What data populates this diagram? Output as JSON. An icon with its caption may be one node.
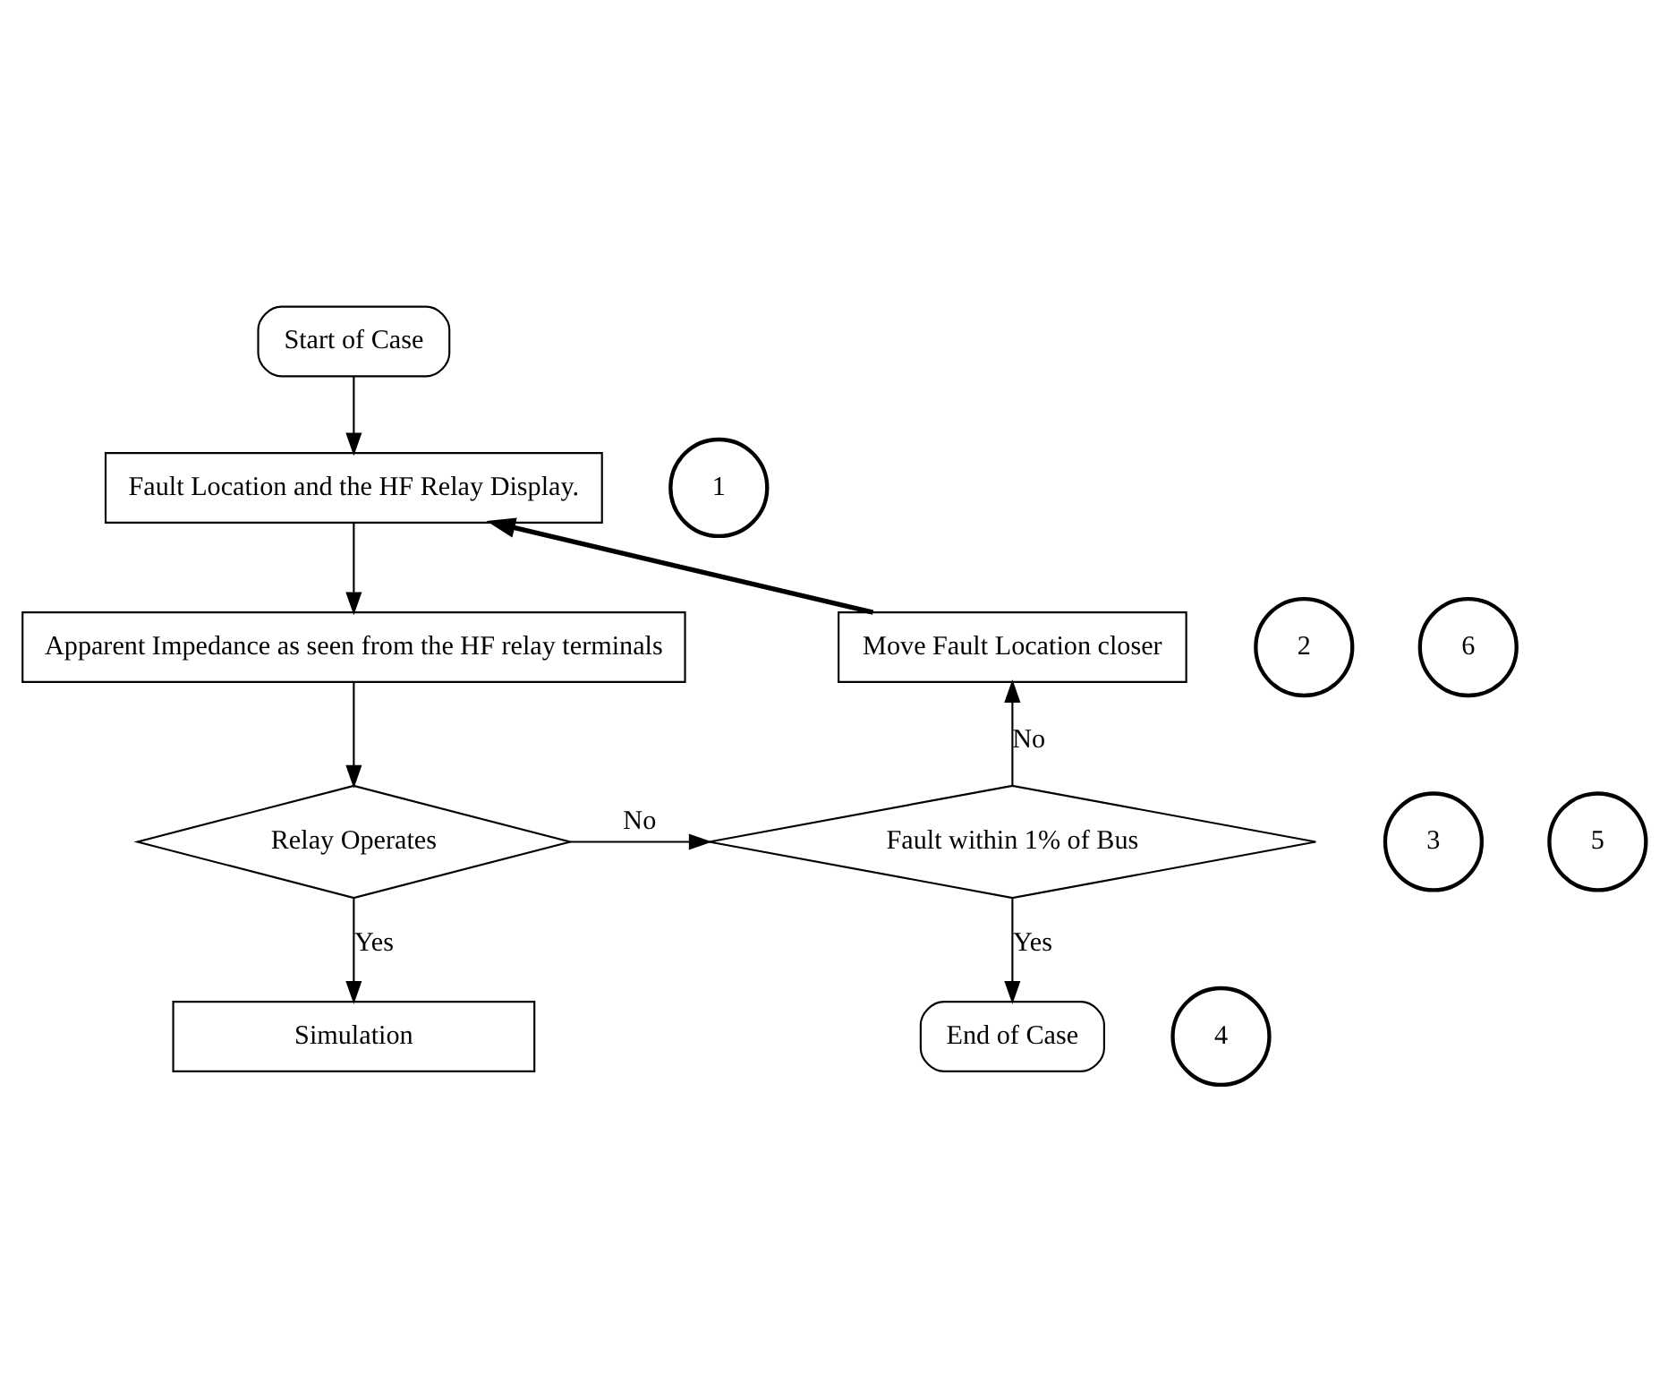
{
  "diagram": {
    "nodes": [
      {
        "text": [
          "Start of Case"
        ]
      },
      {
        "text": [
          "Fault Location and the HF Relay Display."
        ]
      },
      {
        "text": [
          "Apparent Impedance as seen from the HF relay terminals"
        ]
      },
      {
        "text": [
          "Relay Operates"
        ]
      },
      {
        "text": [
          "Simulation"
        ]
      },
      {
        "text": [
          "Fault within 1% of Bus"
        ]
      },
      {
        "text": [
          "Move Fault Location closer"
        ]
      },
      {
        "text": [
          "End of Case"
        ]
      },
      {
        "text": [
          "1"
        ]
      },
      {
        "text": [
          "2"
        ]
      },
      {
        "text": [
          "3"
        ]
      },
      {
        "text": [
          "4"
        ]
      },
      {
        "text": [
          "5"
        ]
      },
      {
        "text": [
          "6"
        ]
      }
    ],
    "edges": [
      {
        "from": 0,
        "to": 1,
        "arrow": "to"
      },
      {
        "from": 1,
        "to": 2,
        "arrow": "to"
      },
      {
        "from": 2,
        "to": 3,
        "arrow": "to"
      },
      {
        "from": 3,
        "to": 5,
        "arrow": "to",
        "label": "No"
      },
      {
        "from": 3,
        "to": 4,
        "arrow": "to",
        "label": "Yes"
      },
      {
        "from": 5,
        "to": 6,
        "arrow": "to",
        "label": "No"
      },
      {
        "from": 5,
        "to": 7,
        "arrow": "to",
        "label": "Yes"
      },
      {
        "from": 6,
        "to": 1,
        "arrow": "to",
        "style": "thick"
      }
    ]
  }
}
